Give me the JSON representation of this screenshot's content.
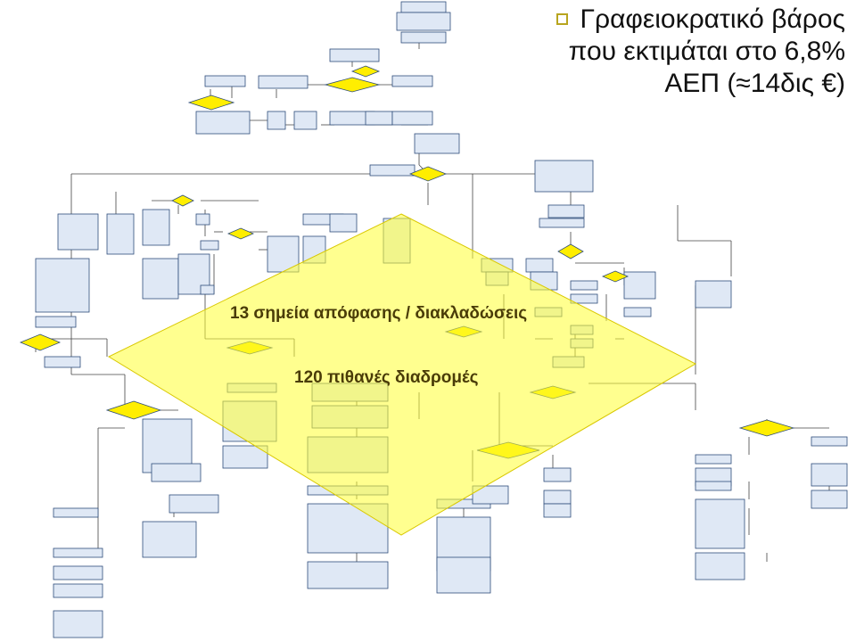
{
  "headline": {
    "line1": "Γραφειοκρατικό βάρος",
    "line2": "που εκτιμάται στο 6,8%",
    "line3": "ΑΕΠ (≈14δις €)"
  },
  "overlay": {
    "decisions": "13 σημεία απόφασης / διακλαδώσεις",
    "paths": "120 πιθανές διαδρομές"
  },
  "colors": {
    "box_fill": "#dfe8f5",
    "box_stroke": "#2f4d7a",
    "decision_fill": "#ffee00",
    "highlight_fill": "#ffff33",
    "line": "#444444"
  }
}
